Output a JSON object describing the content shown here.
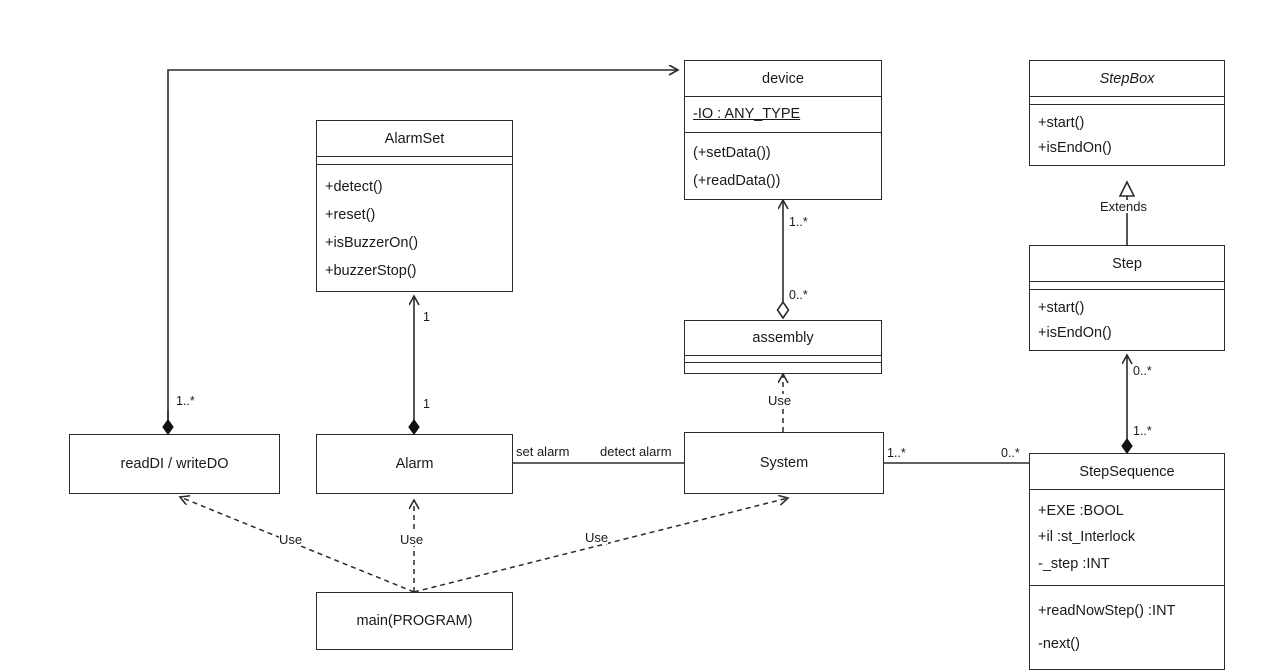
{
  "diagram": {
    "type": "uml-class-diagram",
    "title": "",
    "stroke_color": "#2b2b2b",
    "background_color": "#ffffff"
  },
  "classes": {
    "device": {
      "name": "device",
      "abstract": false,
      "attributes": [
        {
          "text": "-IO : ANY_TYPE",
          "static": true
        }
      ],
      "methods": [
        {
          "text": "(+setData())"
        },
        {
          "text": "(+readData())"
        }
      ]
    },
    "step_box": {
      "name": "StepBox",
      "abstract": true,
      "attributes": [],
      "methods": [
        {
          "text": "+start()"
        },
        {
          "text": "+isEndOn()"
        }
      ]
    },
    "step": {
      "name": "Step",
      "abstract": false,
      "attributes": [],
      "methods": [
        {
          "text": "+start()"
        },
        {
          "text": "+isEndOn()"
        }
      ]
    },
    "alarm_set": {
      "name": "AlarmSet",
      "abstract": false,
      "attributes": [],
      "methods": [
        {
          "text": "+detect()"
        },
        {
          "text": "+reset()"
        },
        {
          "text": "+isBuzzerOn()"
        },
        {
          "text": "+buzzerStop()"
        }
      ]
    },
    "assembly": {
      "name": "assembly",
      "abstract": false,
      "attributes": [],
      "methods": []
    },
    "step_sequence": {
      "name": "StepSequence",
      "abstract": false,
      "attributes": [
        {
          "text": "+EXE :BOOL"
        },
        {
          "text": "+il :st_Interlock"
        },
        {
          "text": "-_step :INT"
        }
      ],
      "methods": [
        {
          "text": "+readNowStep() :INT"
        },
        {
          "text": "-next()"
        }
      ]
    },
    "read_di_write_do": {
      "name": "readDI / writeDO"
    },
    "alarm": {
      "name": "Alarm"
    },
    "system": {
      "name": "System"
    },
    "main_program": {
      "name": "main(PROGRAM)"
    }
  },
  "relations": {
    "readdi_to_device": {
      "label": "",
      "source_mult": "",
      "target_mult": ""
    },
    "readdi_composition": {
      "source_mult": "1..*"
    },
    "alarm_to_alarmset": {
      "source_mult": "1",
      "target_mult": "1"
    },
    "assembly_to_device": {
      "source_mult": "0..*",
      "target_mult": "1..*"
    },
    "system_to_assembly": {
      "label": "Use"
    },
    "alarm_system": {
      "source_label": "set alarm",
      "target_label": "detect alarm"
    },
    "system_stepsequence": {
      "source_mult": "1..*",
      "target_mult": "0..*"
    },
    "stepsequence_to_step": {
      "source_mult": "1..*",
      "target_mult": "0..*"
    },
    "step_extends_stepbox": {
      "label": "Extends"
    },
    "main_to_readdi": {
      "label": "Use"
    },
    "main_to_alarm": {
      "label": "Use"
    },
    "main_to_system": {
      "label": "Use"
    }
  }
}
